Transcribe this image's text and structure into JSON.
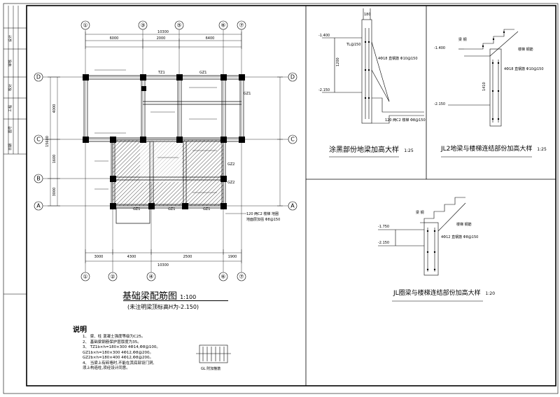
{
  "main_plan": {
    "title": "基础梁配筋图",
    "scale": "1:100",
    "subtitle": "(未注明梁顶标高H为-2.150)",
    "top_axes": [
      "①",
      "③",
      "⑤",
      "⑥",
      "⑦"
    ],
    "bottom_axes": [
      "①",
      "②",
      "④",
      "⑥",
      "⑦"
    ],
    "side_axes": [
      "D",
      "C",
      "B",
      "A"
    ],
    "top_total_dim": "10300",
    "top_dims": [
      "6000",
      "2000",
      "6400"
    ],
    "bottom_dims": [
      "3000",
      "4300",
      "2500",
      "1900"
    ],
    "bottom_total_dim": "10300",
    "left_dims": [
      "4000",
      "1600",
      "3000"
    ],
    "left_total_dim": "15600",
    "column_labels": [
      "TZ1",
      "GZ1",
      "GZ1",
      "GZ2",
      "GZ2",
      "GZ1",
      "GZ1",
      "GZ1"
    ],
    "beam_note": "120 两C2 楼梯 地圈",
    "beam_note2": "地面层加强 Φ8@150"
  },
  "notes": {
    "heading": "说明",
    "items": [
      "1、 梁、柱 混凝土强度等级为C25。",
      "2、 基础梁钢筋保护层厚度为35。",
      "3、 TZ1b×h=180×300 4Φ14,Φ8@100。",
      "   GZ1b×h=180×300 4Φ12,Φ8@200。",
      "   GZ2b×h=180×400 4Φ12,Φ8@200。",
      "4、 当梁上有砖墙时,不能在其底部设门洞,",
      "   须上构造柱,须经设计同意。"
    ],
    "small_detail_label": "GL 附加箍筋"
  },
  "detail_1": {
    "title": "涂黑部份地梁加高大样",
    "scale": "1:25",
    "labels": [
      "-1.400",
      "-2.150",
      "180",
      "TL@150",
      "4Φ18 直钢筋 Φ10@150",
      "120 两C2 楼梯 Φ8@150",
      "1200"
    ]
  },
  "detail_2": {
    "title": "JL2地梁与楼梯连结部份加高大样",
    "scale": "1:25",
    "labels": [
      "-1.400",
      "-2.150",
      "梁 钢",
      "4Φ18 直钢筋 Φ10@150",
      "1410",
      "楼梯 钢筋"
    ]
  },
  "detail_3": {
    "title": "JL圈梁与楼梯连结部份加高大样",
    "scale": "1:20",
    "labels": [
      "-1.750",
      "-2.150",
      "梁 钢",
      "4Φ12 直钢筋 Φ8@150",
      "楼梯 钢筋"
    ]
  },
  "title_block": {
    "labels": [
      "设计",
      "审核",
      "校对",
      "工程",
      "图号",
      "日期"
    ]
  }
}
